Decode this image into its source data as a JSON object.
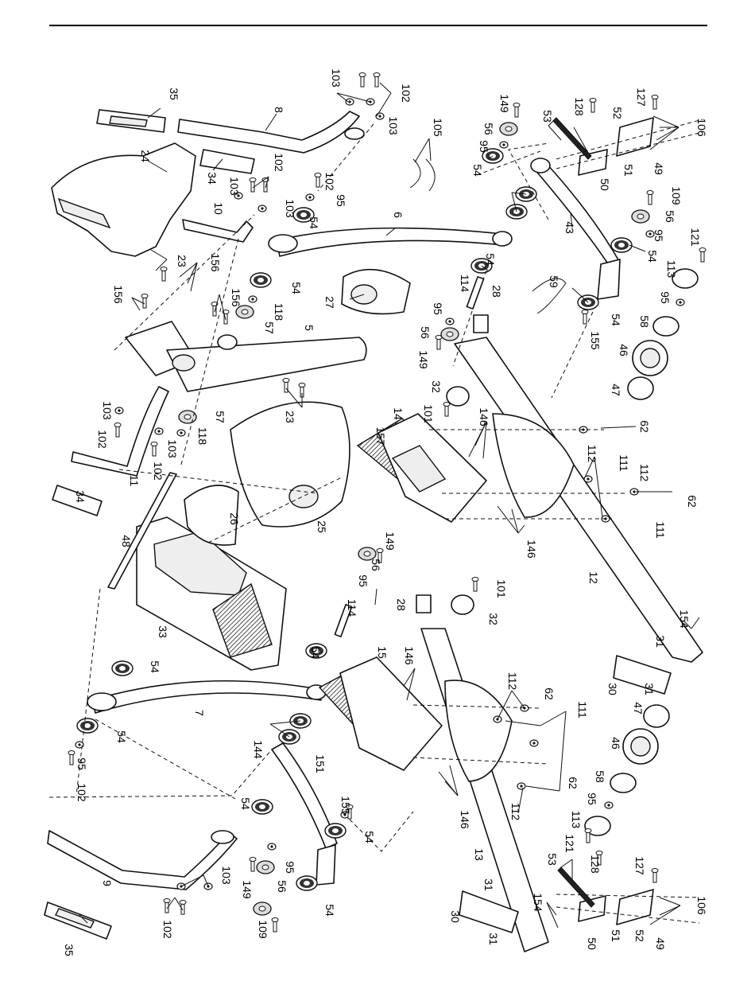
{
  "labels": {
    "l35a": "35",
    "l8": "8",
    "l103a": "103",
    "l102a": "102",
    "l103b": "103",
    "l24": "24",
    "l34a": "34",
    "l102b": "102",
    "l103c": "103",
    "l102c": "102",
    "l10": "10",
    "l103d": "103",
    "l95a": "95",
    "l54a": "54",
    "l105": "105",
    "l149a": "149",
    "l56a": "56",
    "l95b": "95",
    "l54b": "54",
    "l128a": "128",
    "l53a": "53",
    "l52a": "52",
    "l127a": "127",
    "l106a": "106",
    "l51a": "51",
    "l50a": "50",
    "l49a": "49",
    "l109a": "109",
    "l56b": "56",
    "l95c": "95",
    "l54c": "54",
    "l43": "43",
    "l121a": "121",
    "l113a": "113",
    "l95d": "95",
    "l58a": "58",
    "l54d": "54",
    "l46a": "46",
    "l47a": "47",
    "l6": "6",
    "l54e": "54",
    "l59": "59",
    "l155a": "155",
    "l23a": "23",
    "l156a": "156",
    "l156b": "156",
    "l156c": "156",
    "l54f": "54",
    "l118a": "118",
    "l57a": "57",
    "l27": "27",
    "l114a": "114",
    "l95e": "95",
    "l28a": "28",
    "l56c": "56",
    "l149b": "149",
    "l5": "5",
    "l32a": "32",
    "l101a": "101",
    "l14": "14",
    "l157": "157",
    "l146a": "146",
    "l103e": "103",
    "l102d": "102",
    "l11": "11",
    "l102e": "102",
    "l103f": "103",
    "l118b": "118",
    "l57b": "57",
    "l23b": "23",
    "l62a": "62",
    "l112a": "112",
    "l111a": "111",
    "l112b": "112",
    "l62b": "62",
    "l111b": "111",
    "l146b": "146",
    "l34b": "34",
    "l48": "48",
    "l26": "26",
    "l25": "25",
    "l33": "33",
    "l12": "12",
    "l149c": "149",
    "l56d": "56",
    "l95f": "95",
    "l114b": "114",
    "l28b": "28",
    "l101b": "101",
    "l32b": "32",
    "l154a": "154",
    "l31a": "31",
    "l30a": "30",
    "l31b": "31",
    "l54g": "54",
    "l7": "7",
    "l54h": "54",
    "l54i": "54",
    "l15": "15",
    "l146c": "146",
    "l112c": "112",
    "l62c": "62",
    "l111c": "111",
    "l47b": "47",
    "l46b": "46",
    "l95g": "95",
    "l102f": "102",
    "l144": "144",
    "l151": "151",
    "l54j": "54",
    "l155b": "155",
    "l54k": "54",
    "l112d": "112",
    "l62d": "62",
    "l146d": "146",
    "l58b": "58",
    "l95h": "95",
    "l113b": "113",
    "l121b": "121",
    "l9": "9",
    "l103g": "103",
    "l95i": "95",
    "l56e": "56",
    "l149d": "149",
    "l54l": "54",
    "l109b": "109",
    "l102g": "102",
    "l35b": "35",
    "l13": "13",
    "l53b": "53",
    "l128b": "128",
    "l127b": "127",
    "l106b": "106",
    "l31c": "31",
    "l154b": "154",
    "l30b": "30",
    "l31d": "31",
    "l50b": "50",
    "l51b": "51",
    "l52b": "52",
    "l49b": "49"
  }
}
